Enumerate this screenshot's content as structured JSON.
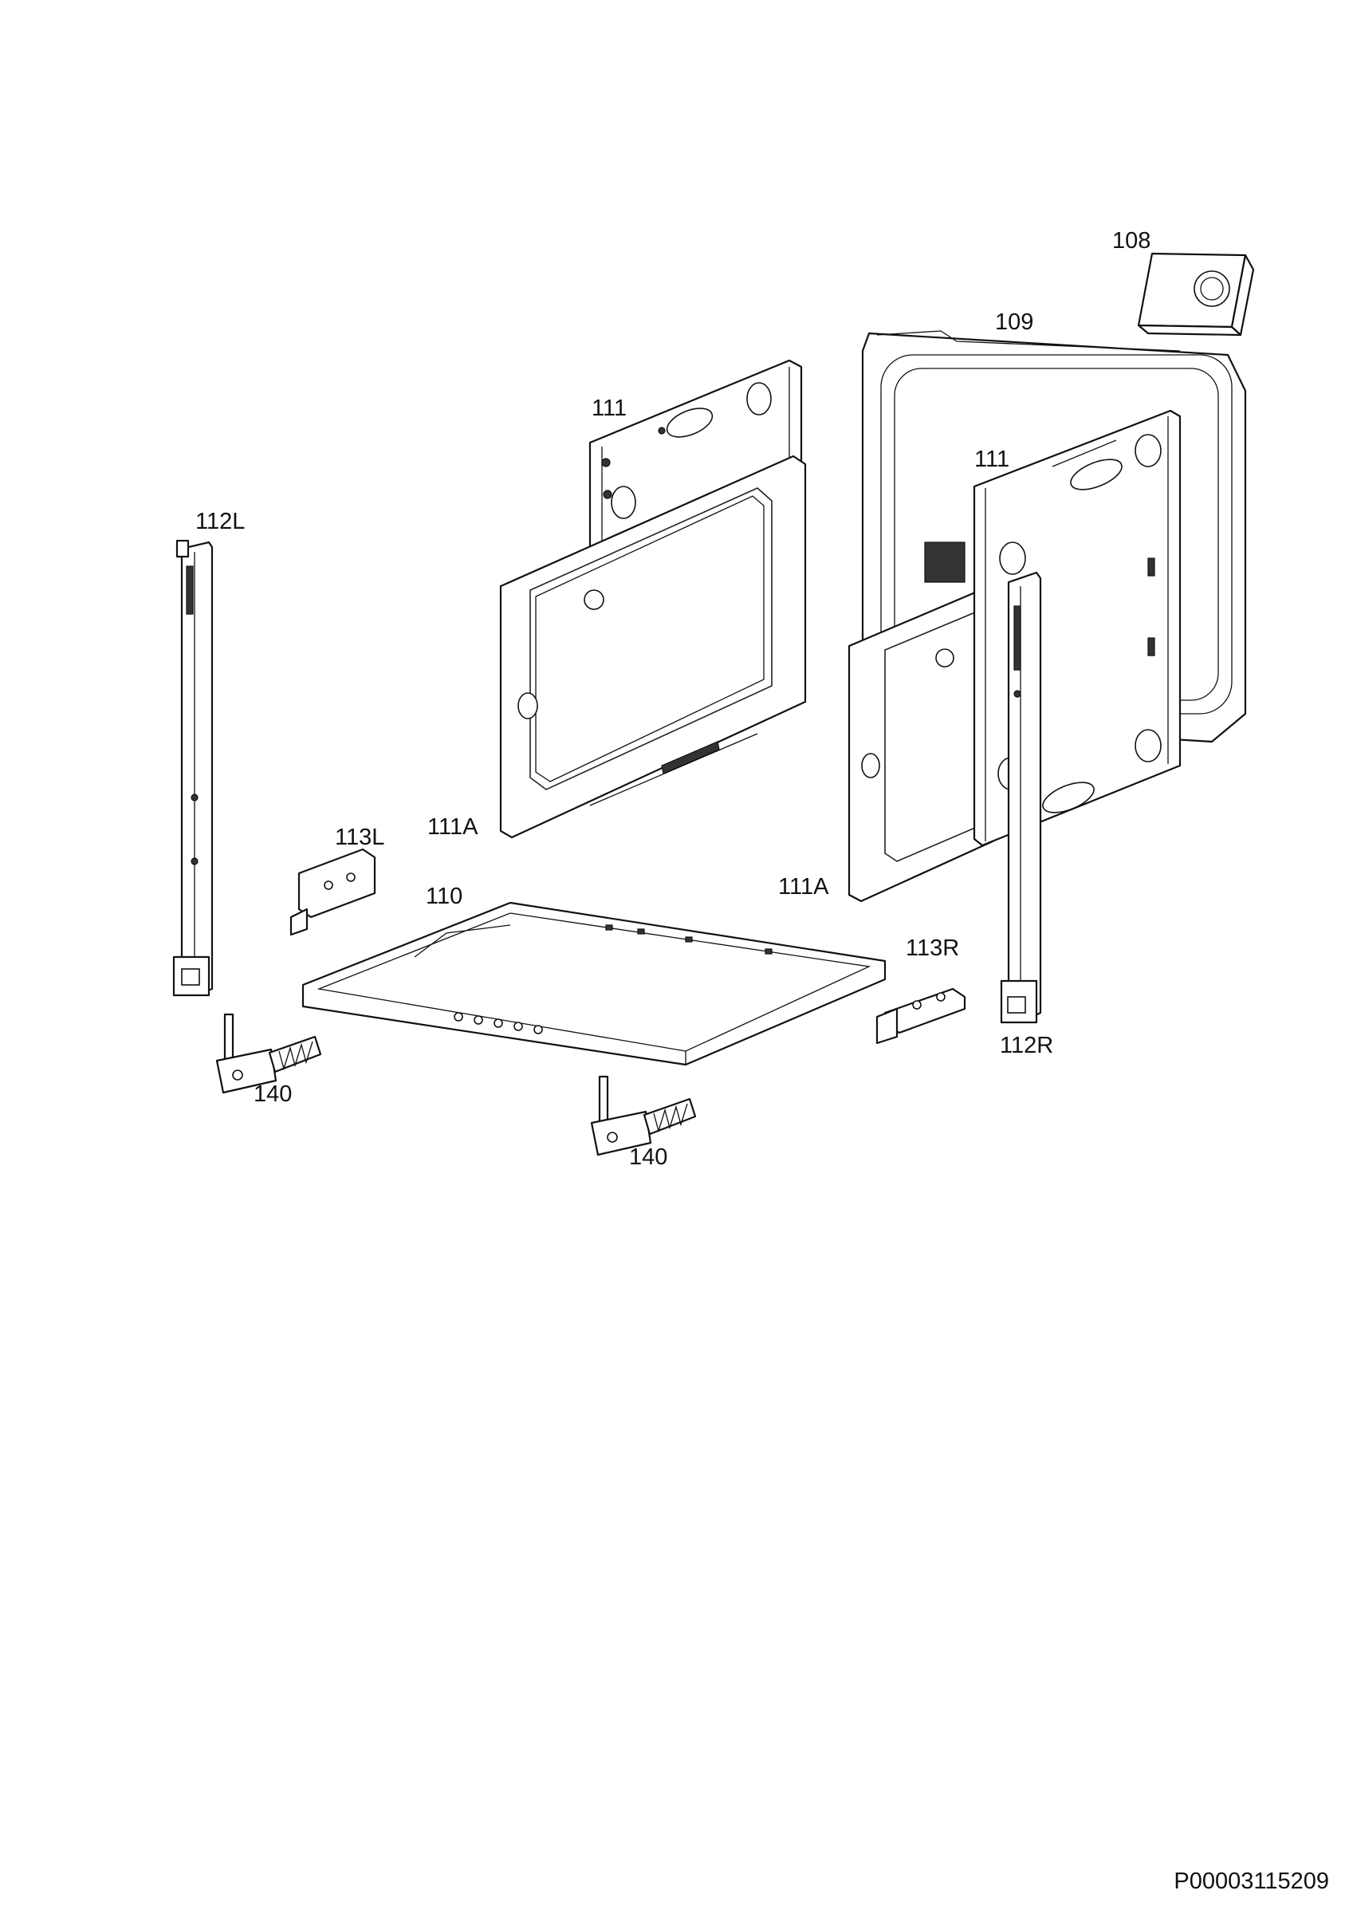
{
  "parts": [
    {
      "id": "p108",
      "number": "108"
    },
    {
      "id": "p109",
      "number": "109"
    },
    {
      "id": "p111-left",
      "number": "111"
    },
    {
      "id": "p111-right",
      "number": "111"
    },
    {
      "id": "p112L",
      "number": "112L"
    },
    {
      "id": "p111A-left",
      "number": "111A"
    },
    {
      "id": "p111A-right",
      "number": "111A"
    },
    {
      "id": "p113L",
      "number": "113L"
    },
    {
      "id": "p110",
      "number": "110"
    },
    {
      "id": "p113R",
      "number": "113R"
    },
    {
      "id": "p112R",
      "number": "112R"
    },
    {
      "id": "p140-left",
      "number": "140"
    },
    {
      "id": "p140-right",
      "number": "140"
    }
  ],
  "document_code": "P00003115209"
}
